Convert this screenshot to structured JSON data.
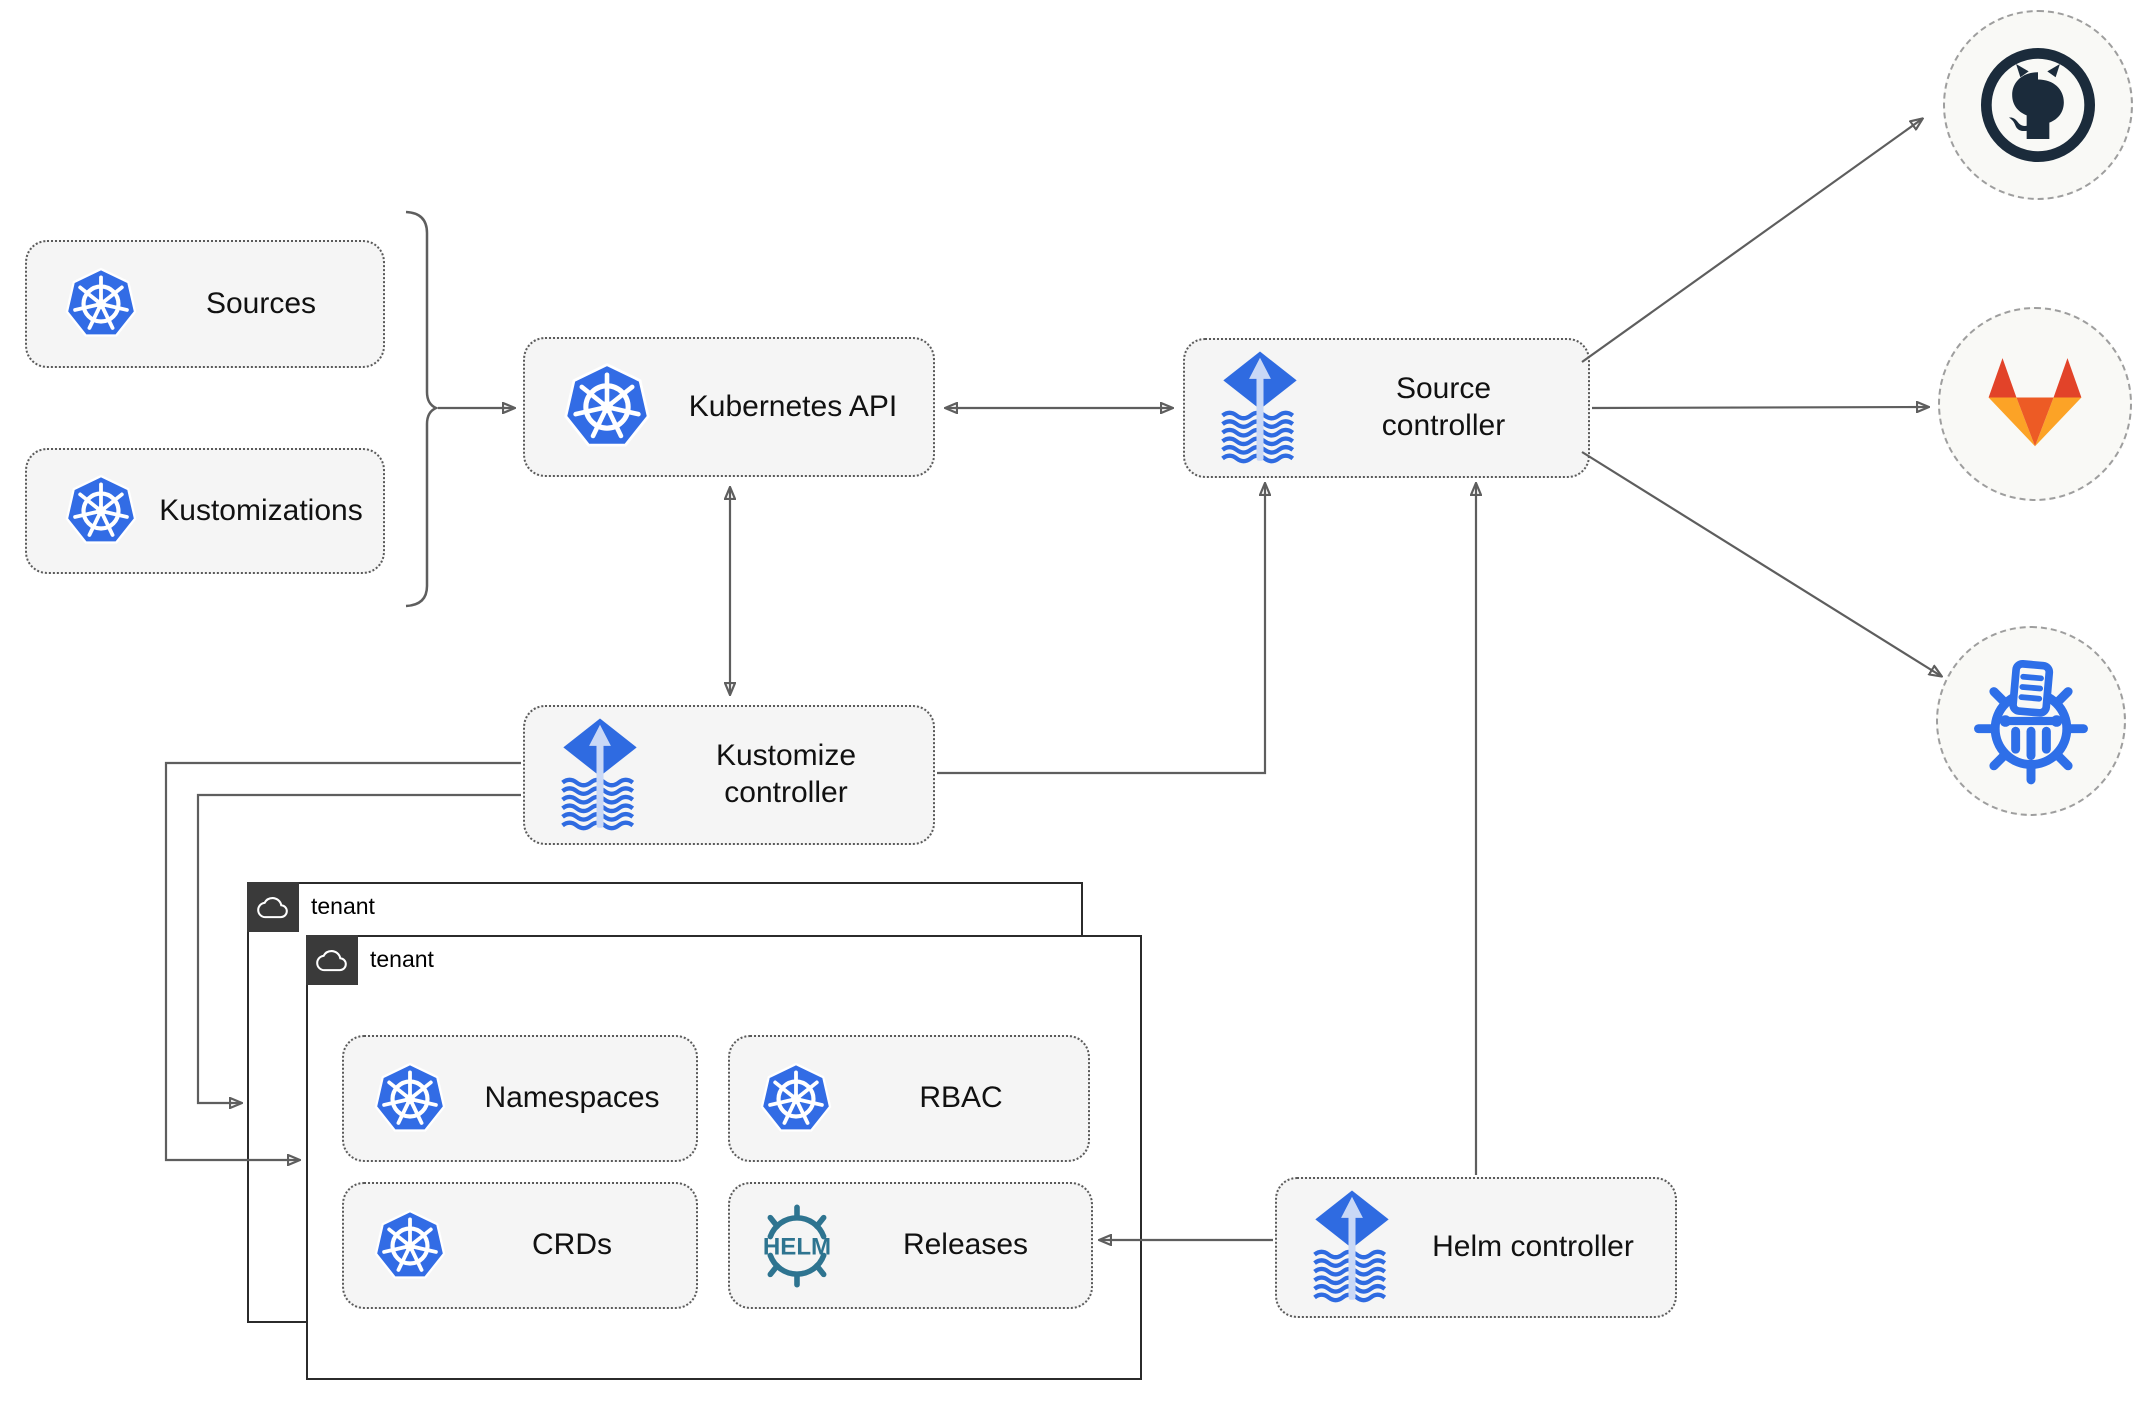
{
  "diagram": {
    "nodes": {
      "sources": {
        "label": "Sources",
        "icon": "kubernetes-icon"
      },
      "kustomizations": {
        "label": "Kustomizations",
        "icon": "kubernetes-icon"
      },
      "kubernetes_api": {
        "label": "Kubernetes API",
        "icon": "kubernetes-icon"
      },
      "source_controller": {
        "label": "Source controller",
        "icon": "flux-icon"
      },
      "kustomize_controller": {
        "label": "Kustomize controller",
        "icon": "flux-icon"
      },
      "helm_controller": {
        "label": "Helm controller",
        "icon": "flux-icon"
      },
      "namespaces": {
        "label": "Namespaces",
        "icon": "kubernetes-icon"
      },
      "rbac": {
        "label": "RBAC",
        "icon": "kubernetes-icon"
      },
      "crds": {
        "label": "CRDs",
        "icon": "kubernetes-icon"
      },
      "releases": {
        "label": "Releases",
        "icon": "helm-icon",
        "logo_text": "HELM"
      },
      "github": {
        "icon": "github-icon"
      },
      "gitlab": {
        "icon": "gitlab-icon"
      },
      "registry": {
        "icon": "oci-registry-icon"
      }
    },
    "groups": {
      "tenant_outer": {
        "label": "tenant",
        "icon": "cloud-icon"
      },
      "tenant_inner": {
        "label": "tenant",
        "icon": "cloud-icon"
      }
    },
    "colors": {
      "kubernetes_blue": "#326CE5",
      "flux_blue": "#2F6BE1",
      "flux_arrow_light": "#C9D8F6",
      "helm_teal": "#2E7490",
      "github_dark": "#1B2B3B",
      "gitlab_red": "#E24329",
      "gitlab_orange": "#ED5B25",
      "gitlab_amber": "#FCA326",
      "registry_blue": "#2E6FE8",
      "node_fill": "#F5F5F5",
      "node_border": "#5A5A5A",
      "hub_fill": "#F9F9F6",
      "hub_border": "#9E9E9E",
      "connector_gray": "#5E5E5E",
      "tenant_border": "#2B2B2B",
      "tenant_tab_bg": "#3A3A3A"
    }
  }
}
